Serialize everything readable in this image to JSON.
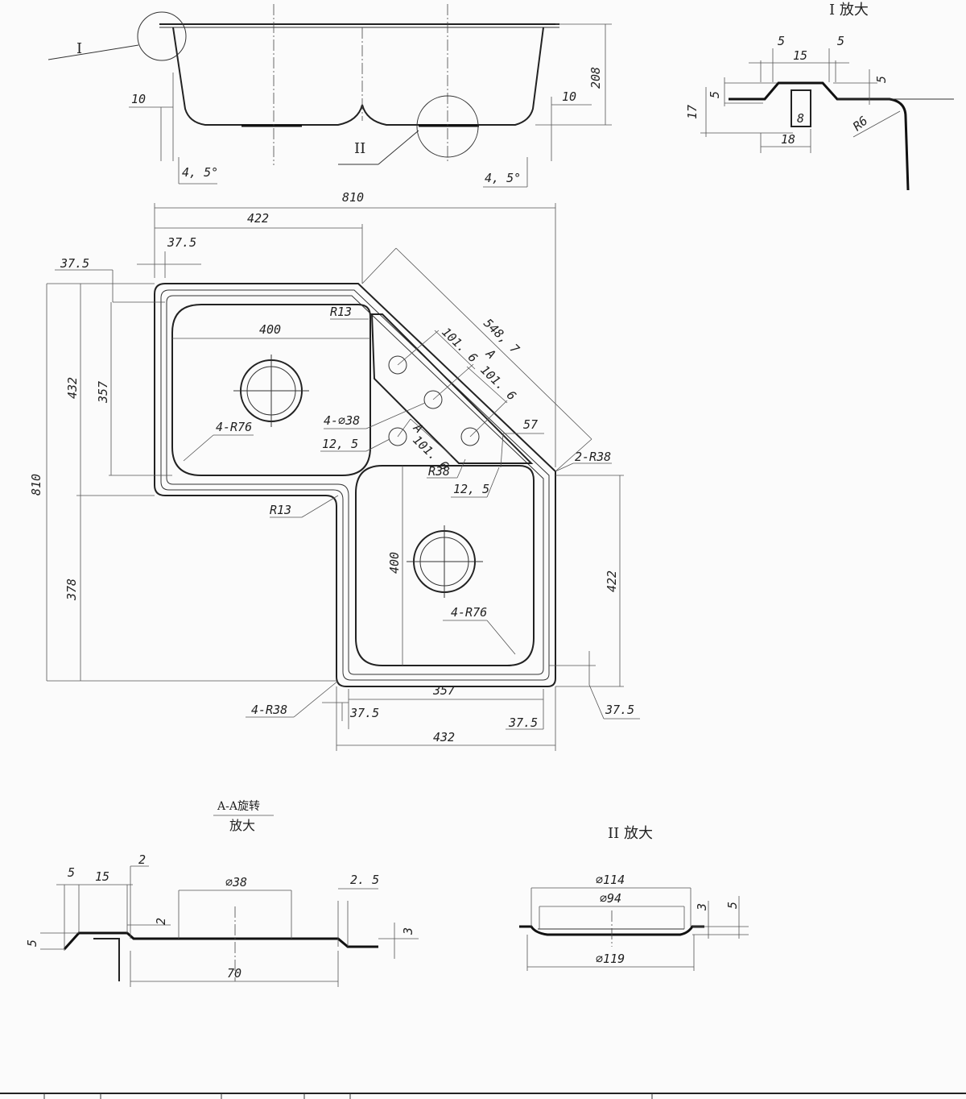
{
  "side_view": {
    "detail_I_marker": "I",
    "detail_II_marker": "II",
    "left_offset": "10",
    "right_offset": "10",
    "left_angle": "4, 5°",
    "right_angle": "4, 5°",
    "depth": "208"
  },
  "detail_I": {
    "title": "I 放大",
    "dims": [
      "5",
      "15",
      "5",
      "5",
      "5",
      "8",
      "18",
      "17"
    ],
    "radius": "R6"
  },
  "plan_view": {
    "overall_width": "810",
    "overall_height": "810",
    "top_width": "422",
    "flange_top": "37.5",
    "flange_left": "37.5",
    "bowl1_width": "400",
    "bowl1_height": "357",
    "left_upper": "432",
    "left_lower": "378",
    "corner_radius_bowl1": "4-R76",
    "inner_radius_top": "R13",
    "diagonal_length": "548, 7",
    "hole_spacing_1": "101. 6",
    "section_label_top": "A",
    "hole_spacing_2": "101. 6",
    "holes": "4-⌀38",
    "hole_offset_1": "12, 5",
    "hole_spacing_3": "101. 6",
    "section_label_bottom": "A",
    "deck_width": "57",
    "corner_radius_deck": "2-R38",
    "inner_radius_deck": "R38",
    "hole_offset_2": "12, 5",
    "inner_radius_step": "R13",
    "bowl2_height": "400",
    "bowl2_right": "422",
    "corner_radius_bowl2": "4-R76",
    "outer_corner_radius": "4-R38",
    "bowl2_width": "357",
    "flange_bottom_left": "37.5",
    "flange_bottom_right": "37.5",
    "flange_right": "37.5",
    "bottom_width": "432"
  },
  "section_AA": {
    "title_line1": "A-A旋转",
    "title_line2": "放大",
    "dims": [
      "5",
      "15",
      "2",
      "2",
      "⌀38",
      "2. 5",
      "3",
      "5",
      "70"
    ]
  },
  "detail_II": {
    "title": "II 放大",
    "dia_outer": "⌀114",
    "dia_inner": "⌀94",
    "dia_bottom": "⌀119",
    "dim_3": "3",
    "dim_5": "5"
  }
}
